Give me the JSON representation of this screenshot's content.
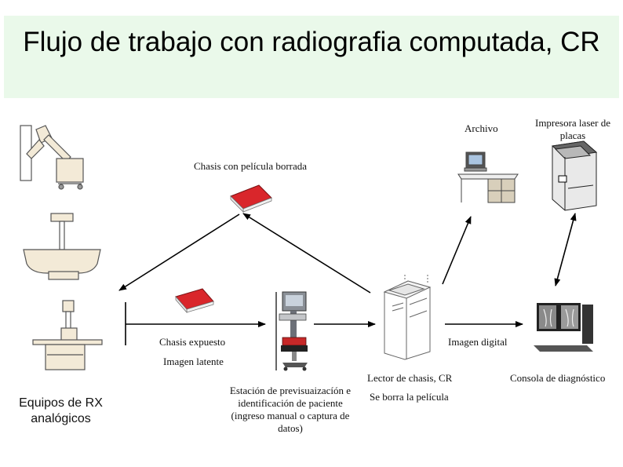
{
  "title": "Flujo de trabajo con radiografia computada, CR",
  "labels": {
    "archivo": "Archivo",
    "impresora": "Impresora laser de placas",
    "chasis_borrada": "Chasis con película borrada",
    "chasis_expuesto": "Chasis expuesto",
    "imagen_latente": "Imagen latente",
    "imagen_digital": "Imagen digital",
    "lector": "Lector de chasis, CR",
    "se_borra": "Se borra la película",
    "consola": "Consola de diagnóstico",
    "equipos": "Equipos de RX analógicos",
    "estacion": "Estación de previsuaizacíón e identificación de paciente (ingreso manual o captura de datos)"
  },
  "colors": {
    "title_bg": "#eaf9ea",
    "cassette": "#d9262b",
    "line": "#000000"
  },
  "icons": [
    "xray-arm-icon",
    "xray-table-icon",
    "xray-stand-icon",
    "cassette-icon",
    "workstation-cart-icon",
    "cr-reader-icon",
    "computer-desk-icon",
    "laser-printer-icon",
    "diagnostic-monitor-icon"
  ]
}
